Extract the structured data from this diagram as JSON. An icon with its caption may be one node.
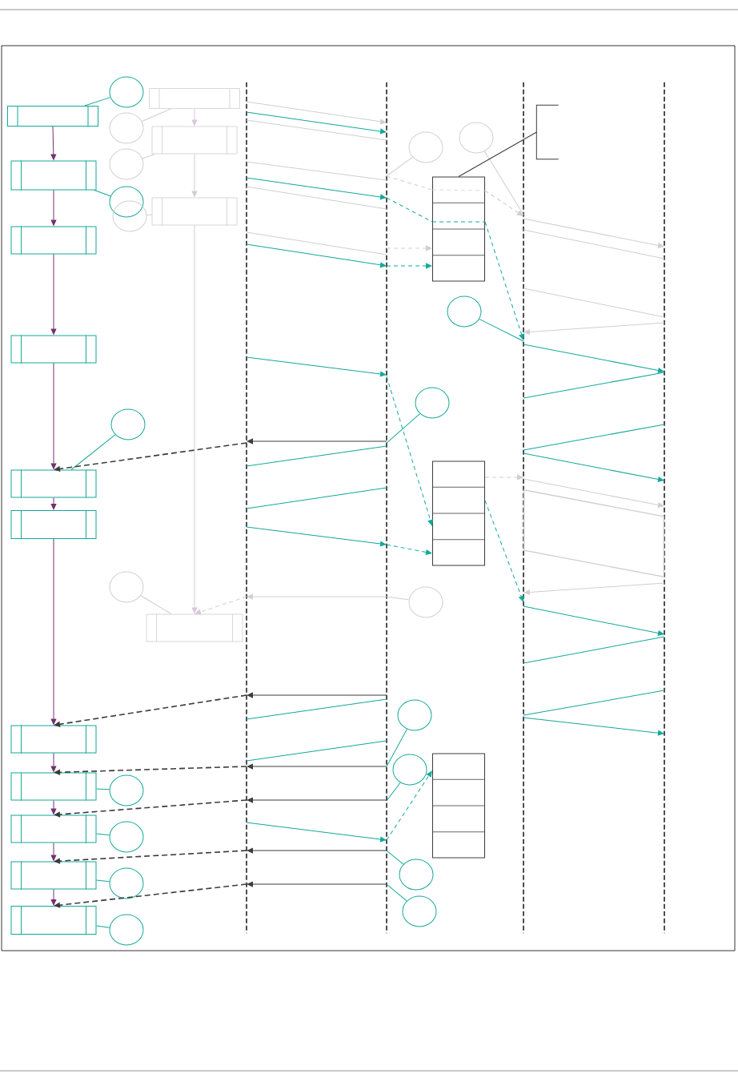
{
  "diagram": {
    "nodes": [
      {
        "text": [],
        "shape": "box"
      },
      {
        "text": [],
        "shape": "box"
      },
      {
        "text": [],
        "shape": "box"
      },
      {
        "text": [],
        "shape": "box"
      },
      {
        "text": [],
        "shape": "box"
      },
      {
        "text": [],
        "shape": "box"
      },
      {
        "text": [],
        "shape": "box"
      },
      {
        "text": [],
        "shape": "box"
      },
      {
        "text": [],
        "shape": "box"
      },
      {
        "text": [],
        "shape": "box"
      },
      {
        "text": [],
        "shape": "box"
      },
      {
        "text": [],
        "shape": "box"
      },
      {
        "text": [],
        "shape": "box"
      },
      {
        "text": [],
        "shape": "box"
      },
      {
        "text": [],
        "shape": "box"
      },
      {
        "text": [],
        "shape": "circle"
      },
      {
        "text": [],
        "shape": "circle"
      },
      {
        "text": [],
        "shape": "circle"
      },
      {
        "text": [],
        "shape": "circle"
      },
      {
        "text": [],
        "shape": "circle"
      },
      {
        "text": [],
        "shape": "circle"
      },
      {
        "text": [],
        "shape": "circle"
      },
      {
        "text": [],
        "shape": "circle"
      },
      {
        "text": [],
        "shape": "circle"
      },
      {
        "text": [],
        "shape": "circle"
      },
      {
        "text": [],
        "shape": "circle"
      },
      {
        "text": [],
        "shape": "circle"
      },
      {
        "text": [],
        "shape": "circle"
      },
      {
        "text": [],
        "shape": "circle"
      },
      {
        "text": [],
        "shape": "circle"
      },
      {
        "text": [],
        "shape": "circle"
      },
      {
        "text": [],
        "shape": "circle"
      },
      {
        "text": [],
        "shape": "circle"
      },
      {
        "text": [],
        "shape": "circle"
      },
      {
        "text": [],
        "shape": "circle"
      },
      {
        "text": [],
        "shape": "line"
      },
      {
        "text": [],
        "shape": "line"
      },
      {
        "text": [],
        "shape": "line"
      },
      {
        "text": [],
        "shape": "line"
      },
      {
        "text": [],
        "shape": "box"
      },
      {
        "text": [],
        "shape": "box"
      },
      {
        "text": [],
        "shape": "box"
      },
      {
        "text": [],
        "shape": "bracket"
      },
      {
        "text": [],
        "shape": "parallelogram"
      }
    ],
    "edges": [
      {
        "from": 0,
        "to": 1,
        "arrow": "to",
        "color": "#74306f"
      },
      {
        "from": 1,
        "to": 2,
        "arrow": "to",
        "color": "#74306f"
      },
      {
        "from": 2,
        "to": 3,
        "arrow": "to",
        "color": "#74306f"
      },
      {
        "from": 3,
        "to": 4,
        "arrow": "to",
        "color": "#74306f"
      },
      {
        "from": 4,
        "to": 5,
        "arrow": "to",
        "color": "#74306f"
      },
      {
        "from": 5,
        "to": 6,
        "arrow": "to",
        "color": "#74306f"
      },
      {
        "from": 6,
        "to": 7,
        "arrow": "to",
        "color": "#74306f"
      },
      {
        "from": 7,
        "to": 8,
        "arrow": "to",
        "color": "#74306f"
      },
      {
        "from": 8,
        "to": 9,
        "arrow": "to",
        "color": "#74306f"
      },
      {
        "from": 9,
        "to": 10,
        "arrow": "to",
        "color": "#74306f"
      },
      {
        "from": 11,
        "to": 12,
        "arrow": "to",
        "color": "#d9c7dc"
      },
      {
        "from": 12,
        "to": 13,
        "arrow": "to",
        "color": "#d9c7dc"
      },
      {
        "from": 13,
        "to": 14,
        "arrow": "to",
        "color": "#d9c7dc"
      },
      {
        "from": 15,
        "to": 0,
        "arrow": "none"
      },
      {
        "from": 16,
        "to": 11,
        "arrow": "none",
        "color": "#cfcfcf"
      },
      {
        "from": 19,
        "to": 12,
        "arrow": "none",
        "color": "#cfcfcf"
      },
      {
        "from": 20,
        "to": 1,
        "arrow": "none"
      },
      {
        "from": 21,
        "to": 13,
        "arrow": "none",
        "color": "#cfcfcf"
      },
      {
        "from": 24,
        "to": 4,
        "arrow": "none"
      },
      {
        "from": 25,
        "to": 14,
        "arrow": "none",
        "color": "#cfcfcf"
      },
      {
        "from": 29,
        "to": 7,
        "arrow": "none"
      },
      {
        "from": 30,
        "to": 8,
        "arrow": "none"
      },
      {
        "from": 32,
        "to": 9,
        "arrow": "none"
      },
      {
        "from": 34,
        "to": 10,
        "arrow": "none"
      },
      {
        "from": 18,
        "to": 36,
        "arrow": "none",
        "color": "#cfcfcf"
      },
      {
        "from": 17,
        "to": 37,
        "arrow": "none",
        "color": "#cfcfcf"
      },
      {
        "from": 22,
        "to": 37,
        "arrow": "none"
      },
      {
        "from": 23,
        "to": 36,
        "arrow": "none"
      },
      {
        "from": 26,
        "to": 36,
        "arrow": "none",
        "color": "#cfcfcf"
      },
      {
        "from": 27,
        "to": 36,
        "arrow": "none"
      },
      {
        "from": 28,
        "to": 36,
        "arrow": "none"
      },
      {
        "from": 31,
        "to": 36,
        "arrow": "none"
      },
      {
        "from": 33,
        "to": 36,
        "arrow": "none"
      },
      {
        "from": 42,
        "to": 39,
        "arrow": "none",
        "color": "#3c3c3c"
      },
      {
        "from": 35,
        "to": 36,
        "arrow": "to",
        "color": "#cfcfcf"
      },
      {
        "from": 35,
        "to": 36,
        "arrow": "to"
      },
      {
        "from": 35,
        "to": 36,
        "arrow": "none",
        "color": "#cfcfcf"
      },
      {
        "from": 35,
        "to": 36,
        "arrow": "none",
        "color": "#cfcfcf"
      },
      {
        "from": 35,
        "to": 36,
        "arrow": "to"
      },
      {
        "from": 35,
        "to": 36,
        "arrow": "none",
        "color": "#cfcfcf"
      },
      {
        "from": 35,
        "to": 36,
        "arrow": "none",
        "color": "#cfcfcf"
      },
      {
        "from": 35,
        "to": 36,
        "arrow": "to"
      },
      {
        "from": 36,
        "to": 39,
        "arrow": "none",
        "style": "dashed",
        "color": "#cfcfcf"
      },
      {
        "from": 36,
        "to": 39,
        "arrow": "none",
        "style": "dashed"
      },
      {
        "from": 36,
        "to": 39,
        "arrow": "to",
        "style": "dashed",
        "color": "#cfcfcf"
      },
      {
        "from": 36,
        "to": 39,
        "arrow": "to",
        "style": "dashed"
      },
      {
        "from": 37,
        "to": 38,
        "arrow": "to",
        "color": "#cfcfcf"
      },
      {
        "from": 37,
        "to": 38,
        "arrow": "none",
        "color": "#cfcfcf"
      },
      {
        "from": 37,
        "to": 38,
        "arrow": "none",
        "color": "#cfcfcf"
      },
      {
        "from": 38,
        "to": 37,
        "arrow": "to",
        "color": "#cfcfcf"
      },
      {
        "from": 37,
        "to": 38,
        "arrow": "to"
      },
      {
        "from": 35,
        "to": 36,
        "arrow": "to"
      },
      {
        "from": 36,
        "to": 40,
        "arrow": "to",
        "style": "dashed"
      },
      {
        "from": 37,
        "to": 38,
        "arrow": "none"
      },
      {
        "from": 38,
        "to": 37,
        "arrow": "none"
      },
      {
        "from": 37,
        "to": 38,
        "arrow": "to"
      },
      {
        "from": 36,
        "to": 35,
        "arrow": "to",
        "color": "#3c3c3c"
      },
      {
        "from": 35,
        "to": 4,
        "arrow": "to",
        "style": "dashed",
        "color": "#3c3c3c"
      },
      {
        "from": 35,
        "to": 36,
        "arrow": "none"
      },
      {
        "from": 36,
        "to": 35,
        "arrow": "none"
      },
      {
        "from": 35,
        "to": 36,
        "arrow": "to"
      },
      {
        "from": 36,
        "to": 40,
        "arrow": "to",
        "style": "dashed"
      },
      {
        "from": 40,
        "to": 37,
        "arrow": "to",
        "style": "dashed",
        "color": "#cfcfcf"
      },
      {
        "from": 37,
        "to": 38,
        "arrow": "to",
        "color": "#cfcfcf"
      },
      {
        "from": 38,
        "to": 37,
        "arrow": "to",
        "color": "#cfcfcf"
      },
      {
        "from": 40,
        "to": 37,
        "arrow": "to",
        "style": "dashed"
      },
      {
        "from": 37,
        "to": 38,
        "arrow": "to"
      },
      {
        "from": 37,
        "to": 38,
        "arrow": "none"
      },
      {
        "from": 38,
        "to": 37,
        "arrow": "none"
      },
      {
        "from": 37,
        "to": 38,
        "arrow": "to"
      },
      {
        "from": 36,
        "to": 35,
        "arrow": "to",
        "color": "#cfcfcf"
      },
      {
        "from": 35,
        "to": 14,
        "arrow": "to",
        "style": "dashed",
        "color": "#cfcfcf"
      },
      {
        "from": 36,
        "to": 35,
        "arrow": "to",
        "color": "#3c3c3c"
      },
      {
        "from": 35,
        "to": 6,
        "arrow": "to",
        "style": "dashed",
        "color": "#3c3c3c"
      },
      {
        "from": 35,
        "to": 36,
        "arrow": "none"
      },
      {
        "from": 36,
        "to": 35,
        "arrow": "none"
      },
      {
        "from": 36,
        "to": 35,
        "arrow": "to",
        "color": "#3c3c3c"
      },
      {
        "from": 35,
        "to": 7,
        "arrow": "to",
        "style": "dashed",
        "color": "#3c3c3c"
      },
      {
        "from": 36,
        "to": 35,
        "arrow": "to",
        "color": "#3c3c3c"
      },
      {
        "from": 35,
        "to": 8,
        "arrow": "to",
        "style": "dashed",
        "color": "#3c3c3c"
      },
      {
        "from": 35,
        "to": 36,
        "arrow": "to"
      },
      {
        "from": 36,
        "to": 41,
        "arrow": "to",
        "style": "dashed"
      },
      {
        "from": 36,
        "to": 35,
        "arrow": "to",
        "color": "#3c3c3c"
      },
      {
        "from": 35,
        "to": 9,
        "arrow": "to",
        "style": "dashed",
        "color": "#3c3c3c"
      },
      {
        "from": 36,
        "to": 35,
        "arrow": "to",
        "color": "#3c3c3c"
      },
      {
        "from": 35,
        "to": 10,
        "arrow": "to",
        "style": "dashed",
        "color": "#3c3c3c"
      },
      {
        "from": 39,
        "to": 37,
        "arrow": "to",
        "style": "dashed",
        "color": "#cfcfcf"
      },
      {
        "from": 39,
        "to": 37,
        "arrow": "to",
        "style": "dashed"
      }
    ]
  }
}
